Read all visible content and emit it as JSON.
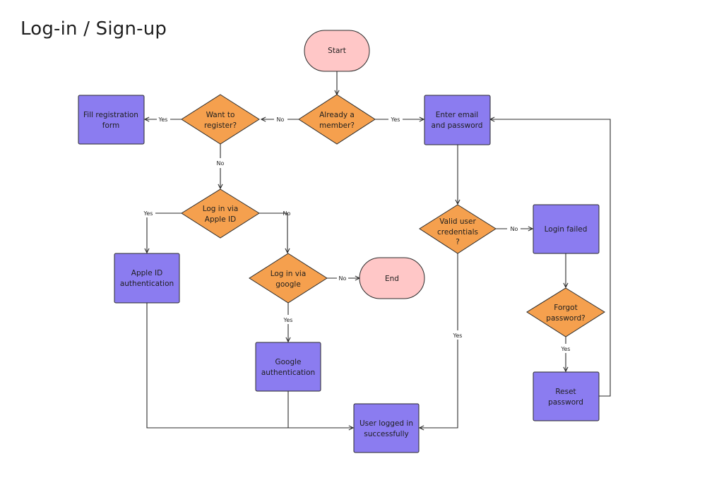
{
  "title": "Log-in / Sign-up",
  "nodes": {
    "start": "Start",
    "already_member_1": "Already a",
    "already_member_2": "member?",
    "want_register_1": "Want to",
    "want_register_2": "register?",
    "fill_registration_1": "Fill registration",
    "fill_registration_2": "form",
    "enter_email_1": "Enter email",
    "enter_email_2": "and password",
    "login_apple_1": "Log in via",
    "login_apple_2": "Apple ID",
    "apple_auth_1": "Apple ID",
    "apple_auth_2": "authentication",
    "login_google_1": "Log in via",
    "login_google_2": "google",
    "end": "End",
    "google_auth_1": "Google",
    "google_auth_2": "authentication",
    "valid_creds_1": "Valid user",
    "valid_creds_2": "credentials",
    "valid_creds_3": "?",
    "login_failed": "Login failed",
    "forgot_pw_1": "Forgot",
    "forgot_pw_2": "password?",
    "reset_pw_1": "Reset",
    "reset_pw_2": "password",
    "logged_in_1": "User logged in",
    "logged_in_2": "successfully"
  },
  "edges": {
    "member_yes": "Yes",
    "member_no": "No",
    "register_yes": "Yes",
    "register_no": "No",
    "apple_yes": "Yes",
    "apple_no": "No",
    "google_no": "No",
    "google_yes": "Yes",
    "valid_no": "No",
    "valid_yes": "Yes",
    "forgot_yes": "Yes"
  },
  "colors": {
    "process": "#8b7cf0",
    "decision": "#f5a04e",
    "terminal": "#ffc7c7"
  }
}
